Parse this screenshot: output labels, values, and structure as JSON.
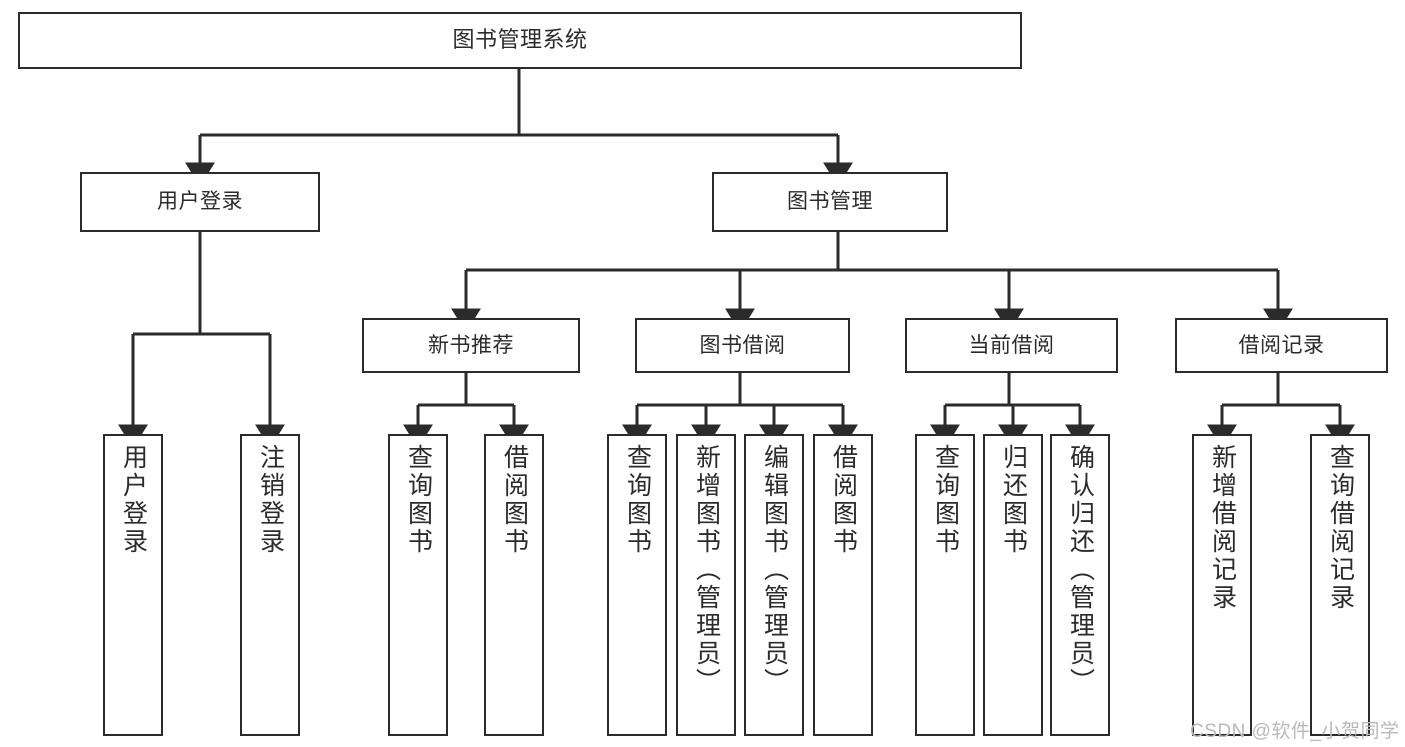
{
  "diagram": {
    "title": "图书管理系统",
    "type": "tree-hierarchy-chart",
    "stroke_color": "#2b2b2b",
    "background_color": "#ffffff"
  },
  "root": {
    "label": "图书管理系统"
  },
  "level1": [
    {
      "label": "用户登录"
    },
    {
      "label": "图书管理"
    }
  ],
  "level2": [
    {
      "label": "新书推荐"
    },
    {
      "label": "图书借阅"
    },
    {
      "label": "当前借阅"
    },
    {
      "label": "借阅记录"
    }
  ],
  "leaves": {
    "user_login": [
      {
        "label": "用户登录"
      },
      {
        "label": "注销登录"
      }
    ],
    "new_book": [
      {
        "label": "查询图书"
      },
      {
        "label": "借阅图书"
      }
    ],
    "book_borrow": [
      {
        "label": "查询图书"
      },
      {
        "label": "新增图书（管理员）"
      },
      {
        "label": "编辑图书（管理员）"
      },
      {
        "label": "借阅图书"
      }
    ],
    "current_borrow": [
      {
        "label": "查询图书"
      },
      {
        "label": "归还图书"
      },
      {
        "label": "确认归还（管理员）"
      }
    ],
    "borrow_record": [
      {
        "label": "新增借阅记录"
      },
      {
        "label": "查询借阅记录"
      }
    ]
  },
  "watermark": {
    "text": "CSDN @软件_小贺同学"
  }
}
